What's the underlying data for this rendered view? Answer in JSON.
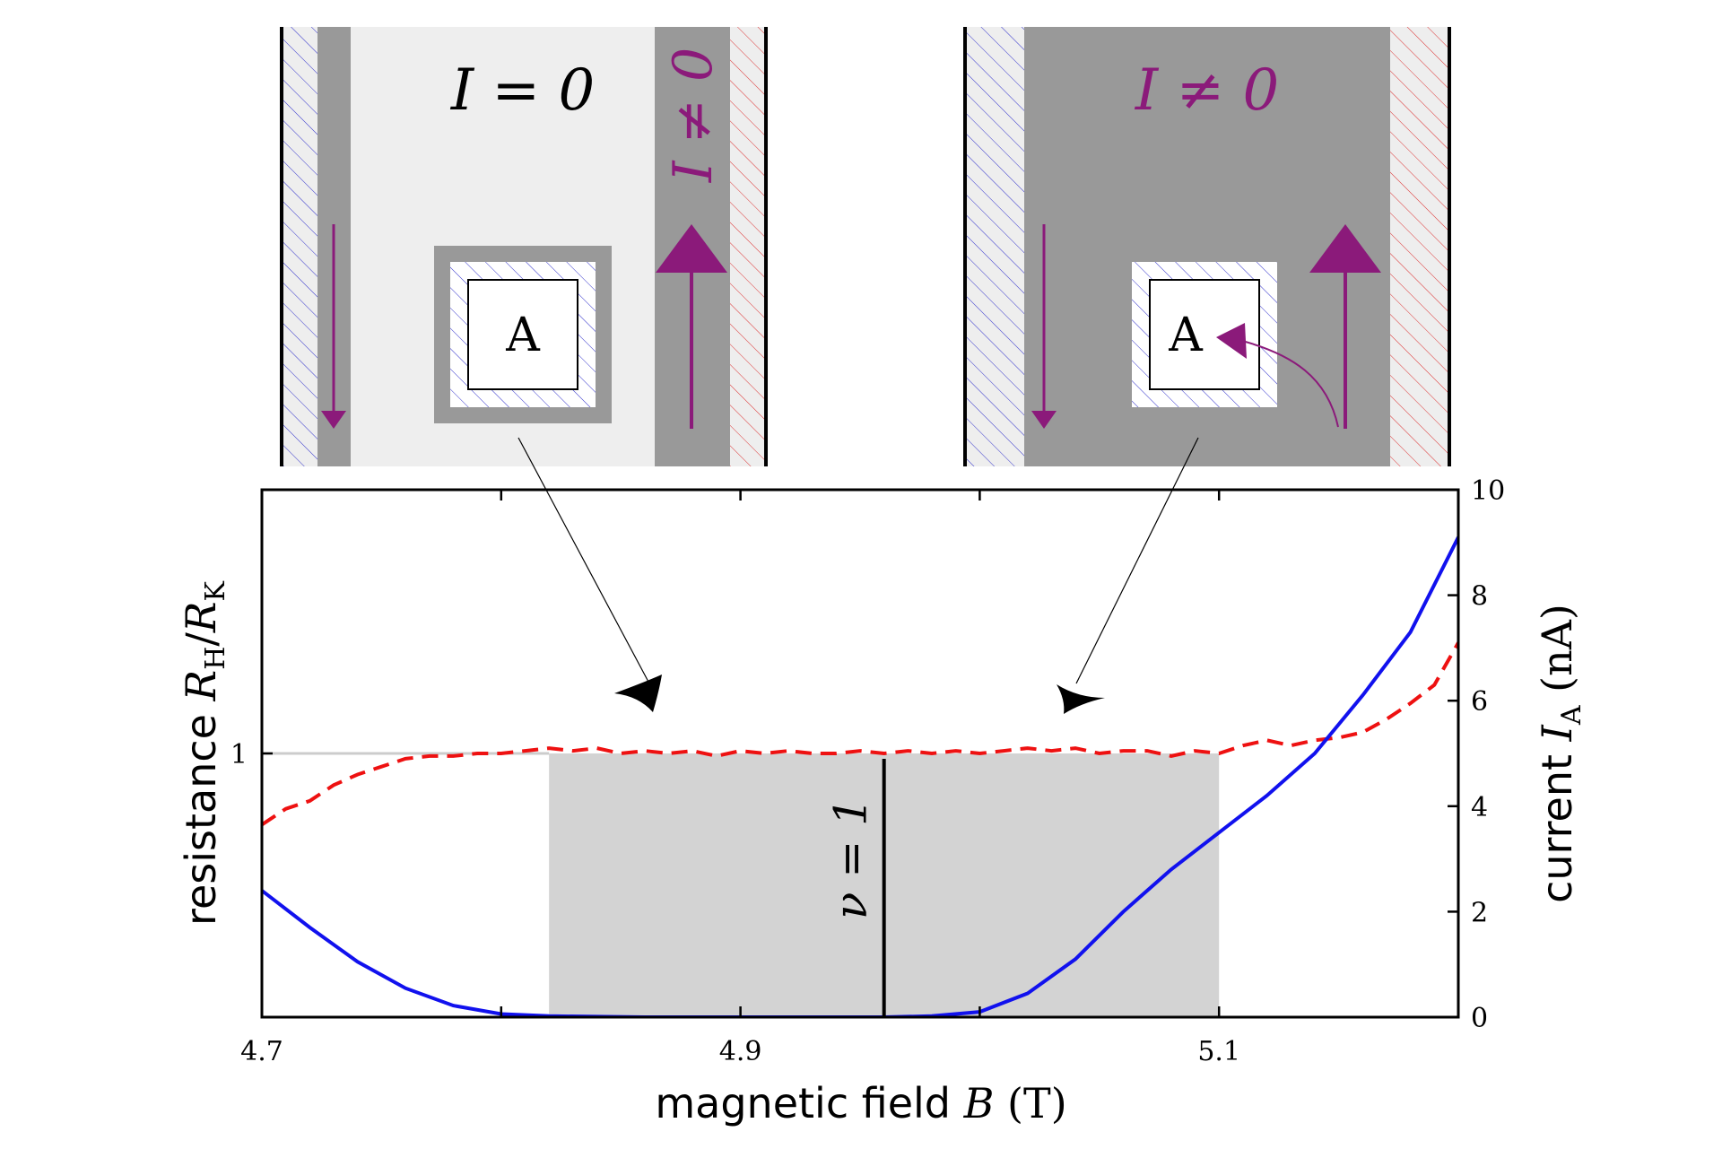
{
  "panels": {
    "left": {
      "current_label": "I = 0",
      "edge_current_label": "I ≠ 0",
      "contact_label": "A"
    },
    "right": {
      "current_label": "I ≠ 0",
      "contact_label": "A"
    }
  },
  "plot": {
    "filling_factor_label": "ν = 1"
  },
  "colors": {
    "accent_purple": "#8B1A7A",
    "panel_light_gray": "#eeeeee",
    "panel_dark_gray": "#999999",
    "plateau_shade": "#d3d3d3",
    "resistance_red": "#ee1111",
    "current_blue": "#1111ee"
  },
  "chart_data": {
    "type": "line",
    "xlabel": "magnetic field B (T)",
    "ylabel_left": "resistance R_H/R_K",
    "ylabel_right": "current I_A (nA)",
    "x_ticks": [
      "4.7",
      "4.9",
      "5.1"
    ],
    "y_left_ticks": [
      "1"
    ],
    "y_right_ticks": [
      "0",
      "2",
      "4",
      "6",
      "8",
      "10"
    ],
    "xlim": [
      4.7,
      5.2
    ],
    "ylim_left": [
      0,
      2
    ],
    "ylim_right": [
      0,
      10
    ],
    "shaded_plateau": [
      4.82,
      5.1
    ],
    "nu1_field": 4.96,
    "series": [
      {
        "axis": "left",
        "style": "dashed",
        "values_x": [
          4.7,
          4.71,
          4.72,
          4.73,
          4.74,
          4.75,
          4.76,
          4.77,
          4.78,
          4.79,
          4.8,
          4.81,
          4.82,
          4.83,
          4.84,
          4.85,
          4.86,
          4.87,
          4.88,
          4.89,
          4.9,
          4.91,
          4.92,
          4.93,
          4.94,
          4.95,
          4.96,
          4.97,
          4.98,
          4.99,
          5.0,
          5.01,
          5.02,
          5.03,
          5.04,
          5.05,
          5.06,
          5.07,
          5.08,
          5.09,
          5.1,
          5.11,
          5.12,
          5.13,
          5.14,
          5.15,
          5.16,
          5.17,
          5.18,
          5.19,
          5.2
        ],
        "values_y": [
          0.73,
          0.79,
          0.82,
          0.88,
          0.92,
          0.95,
          0.98,
          0.99,
          0.99,
          1.0,
          1.0,
          1.01,
          1.02,
          1.01,
          1.02,
          1.0,
          1.01,
          1.0,
          1.01,
          0.99,
          1.01,
          1.0,
          1.01,
          1.0,
          1.0,
          1.01,
          1.0,
          1.01,
          1.0,
          1.01,
          1.0,
          1.01,
          1.02,
          1.01,
          1.02,
          1.0,
          1.01,
          1.01,
          0.99,
          1.01,
          1.0,
          1.03,
          1.05,
          1.03,
          1.05,
          1.06,
          1.08,
          1.13,
          1.19,
          1.26,
          1.42
        ]
      },
      {
        "axis": "right",
        "style": "solid",
        "values_x": [
          4.7,
          4.72,
          4.74,
          4.76,
          4.78,
          4.8,
          4.82,
          4.84,
          4.86,
          4.88,
          4.9,
          4.92,
          4.94,
          4.96,
          4.98,
          5.0,
          5.02,
          5.04,
          5.06,
          5.08,
          5.1,
          5.12,
          5.14,
          5.16,
          5.18,
          5.2
        ],
        "values_y": [
          2.4,
          1.7,
          1.05,
          0.55,
          0.22,
          0.06,
          0.02,
          0.01,
          0.0,
          0.0,
          0.0,
          0.0,
          0.0,
          0.0,
          0.02,
          0.1,
          0.45,
          1.1,
          2.0,
          2.8,
          3.5,
          4.2,
          5.0,
          6.1,
          7.3,
          9.1
        ]
      }
    ]
  }
}
